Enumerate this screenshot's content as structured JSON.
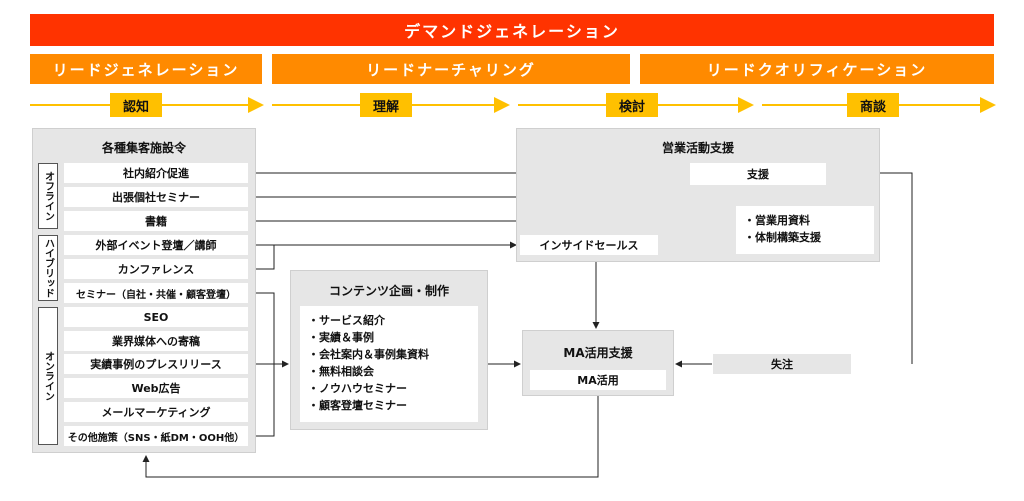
{
  "header": {
    "top": "デマンドジェネレーション",
    "phases": [
      "リードジェネレーション",
      "リードナーチャリング",
      "リードクオリフィケーション"
    ],
    "stages": [
      "認知",
      "理解",
      "検討",
      "商談"
    ]
  },
  "left_panel": {
    "title": "各種集客施設令",
    "groups": [
      "オフライン",
      "ハイブリッド",
      "オンライン"
    ],
    "items": [
      "社内紹介促進",
      "出張個社セミナー",
      "書籍",
      "外部イベント登壇／講師",
      "カンファレンス",
      "セミナー（自社・共催・顧客登壇）",
      "SEO",
      "業界媒体への寄稿",
      "実績事例のプレスリリース",
      "Web広告",
      "メールマーケティング",
      "その他施策（SNS・紙DM・OOH他）"
    ]
  },
  "contents_panel": {
    "title": "コンテンツ企画・制作",
    "items": [
      "・サービス紹介",
      "・実績＆事例",
      "・会社案内＆事例集資料",
      "・無料相談会",
      "・ノウハウセミナー",
      "・顧客登壇セミナー"
    ]
  },
  "sales_panel": {
    "title": "営業活動支援",
    "support": "支援",
    "inside_sales": "インサイドセールス",
    "items": [
      "・営業用資料",
      "・体制構築支援"
    ]
  },
  "ma_panel": {
    "title": "MA活用支援",
    "item": "MA活用"
  },
  "order": "失注",
  "colors": {
    "red": "#ff3300",
    "orange": "#ff8a00",
    "yellow": "#ffc000",
    "panel": "#e6e6e6"
  }
}
